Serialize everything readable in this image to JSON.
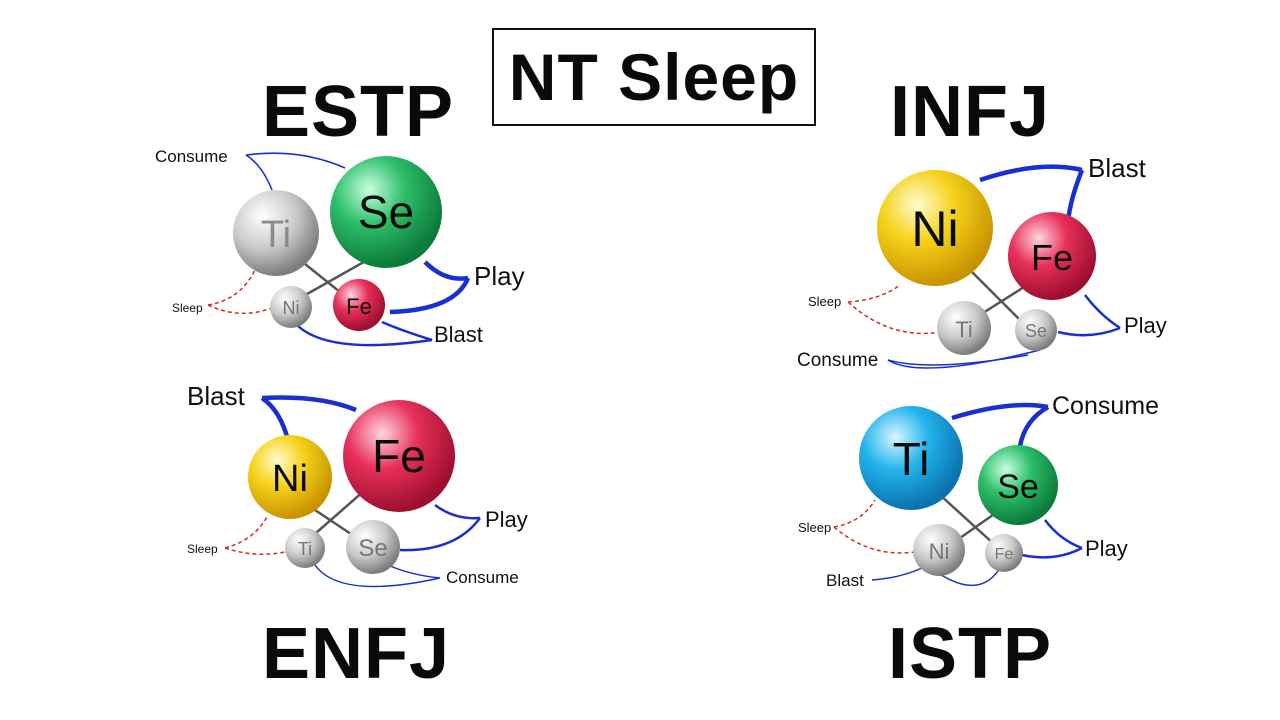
{
  "title": "NT Sleep",
  "diagrams": [
    {
      "type_label": "ESTP",
      "nodes": [
        {
          "fn": "Ti",
          "color": "silver"
        },
        {
          "fn": "Se",
          "color": "green"
        },
        {
          "fn": "Ni",
          "color": "silver"
        },
        {
          "fn": "Fe",
          "color": "red"
        }
      ],
      "labels": [
        "Consume",
        "Play",
        "Sleep",
        "Blast"
      ]
    },
    {
      "type_label": "INFJ",
      "nodes": [
        {
          "fn": "Ni",
          "color": "yellow"
        },
        {
          "fn": "Fe",
          "color": "red"
        },
        {
          "fn": "Ti",
          "color": "silver"
        },
        {
          "fn": "Se",
          "color": "silver"
        }
      ],
      "labels": [
        "Blast",
        "Sleep",
        "Play",
        "Consume"
      ]
    },
    {
      "type_label": "ENFJ",
      "nodes": [
        {
          "fn": "Ni",
          "color": "yellow"
        },
        {
          "fn": "Fe",
          "color": "red"
        },
        {
          "fn": "Ti",
          "color": "silver"
        },
        {
          "fn": "Se",
          "color": "silver"
        }
      ],
      "labels": [
        "Blast",
        "Play",
        "Sleep",
        "Consume"
      ]
    },
    {
      "type_label": "ISTP",
      "nodes": [
        {
          "fn": "Ti",
          "color": "blue"
        },
        {
          "fn": "Se",
          "color": "green"
        },
        {
          "fn": "Ni",
          "color": "silver"
        },
        {
          "fn": "Fe",
          "color": "silver"
        }
      ],
      "labels": [
        "Consume",
        "Sleep",
        "Play",
        "Blast"
      ]
    }
  ],
  "colors": {
    "connector": "#1a2fd0",
    "sleep_dash": "#d42a2a",
    "link_line": "#555555"
  }
}
